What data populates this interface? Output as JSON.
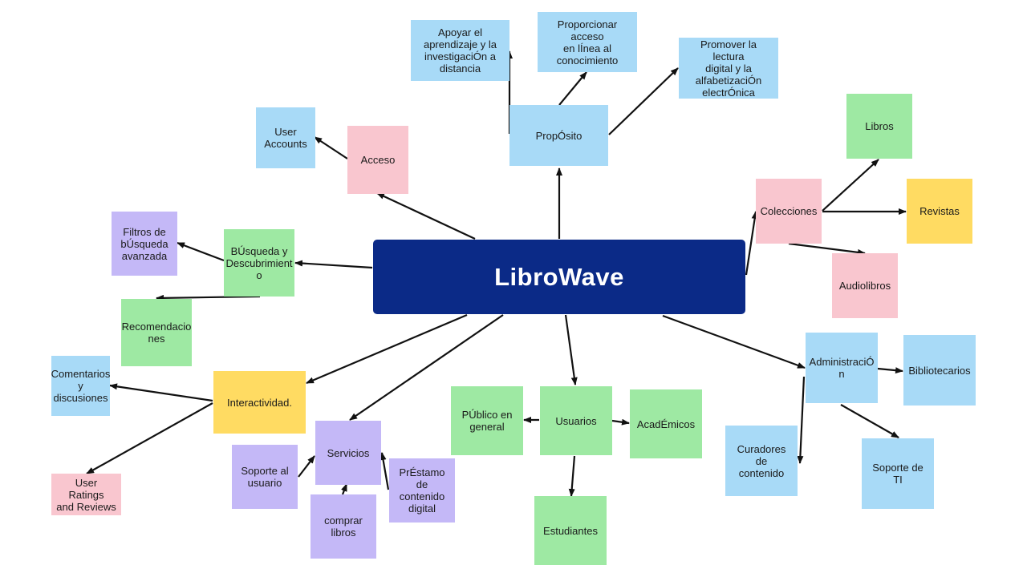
{
  "diagram": {
    "central": "LibroWave",
    "nodes": {
      "proposito": "PropÓsito",
      "apoyar": "Apoyar el\naprendizaje y la\ninvestigaciÓn a\ndistancia",
      "proporcionar": "Proporcionar acceso\nen lÍnea al\nconocimiento",
      "promover": "Promover la lectura\ndigital y la\nalfabetizaciÓn\nelectrÓnica",
      "acceso": "Acceso",
      "user_accounts": "User\nAccounts",
      "busqueda": "BÚsqueda y\nDescubrimient\no",
      "filtros": "Filtros de\nbÚsqueda\navanzada",
      "recomendaciones": "Recomendacio\nnes",
      "interactividad": "Interactividad.",
      "comentarios": "Comentarios\ny\ndiscusiones",
      "ratings": "User Ratings\nand Reviews",
      "servicios": "Servicios",
      "soporte_usuario": "Soporte al\nusuario",
      "comprar": "comprar\nlibros",
      "prestamo": "PrÉstamo de\ncontenido\ndigital",
      "usuarios": "Usuarios",
      "publico": "PÚblico en\ngeneral",
      "academicos": "AcadÉmicos",
      "estudiantes": "Estudiantes",
      "colecciones": "Colecciones",
      "libros": "Libros",
      "revistas": "Revistas",
      "audiolibros": "Audiolibros",
      "administracion": "AdministraciÓ\nn",
      "bibliotecarios": "Bibliotecarios",
      "curadores": "Curadores de\ncontenido",
      "soporte_ti": "Soporte de TI"
    }
  },
  "colors": {
    "central_bg": "#0b2a87",
    "blue": "#a8daf7",
    "green": "#9ee9a3",
    "pink": "#f9c6cf",
    "purple": "#c4b8f7",
    "yellow": "#ffdb62",
    "arrow": "#111111"
  }
}
